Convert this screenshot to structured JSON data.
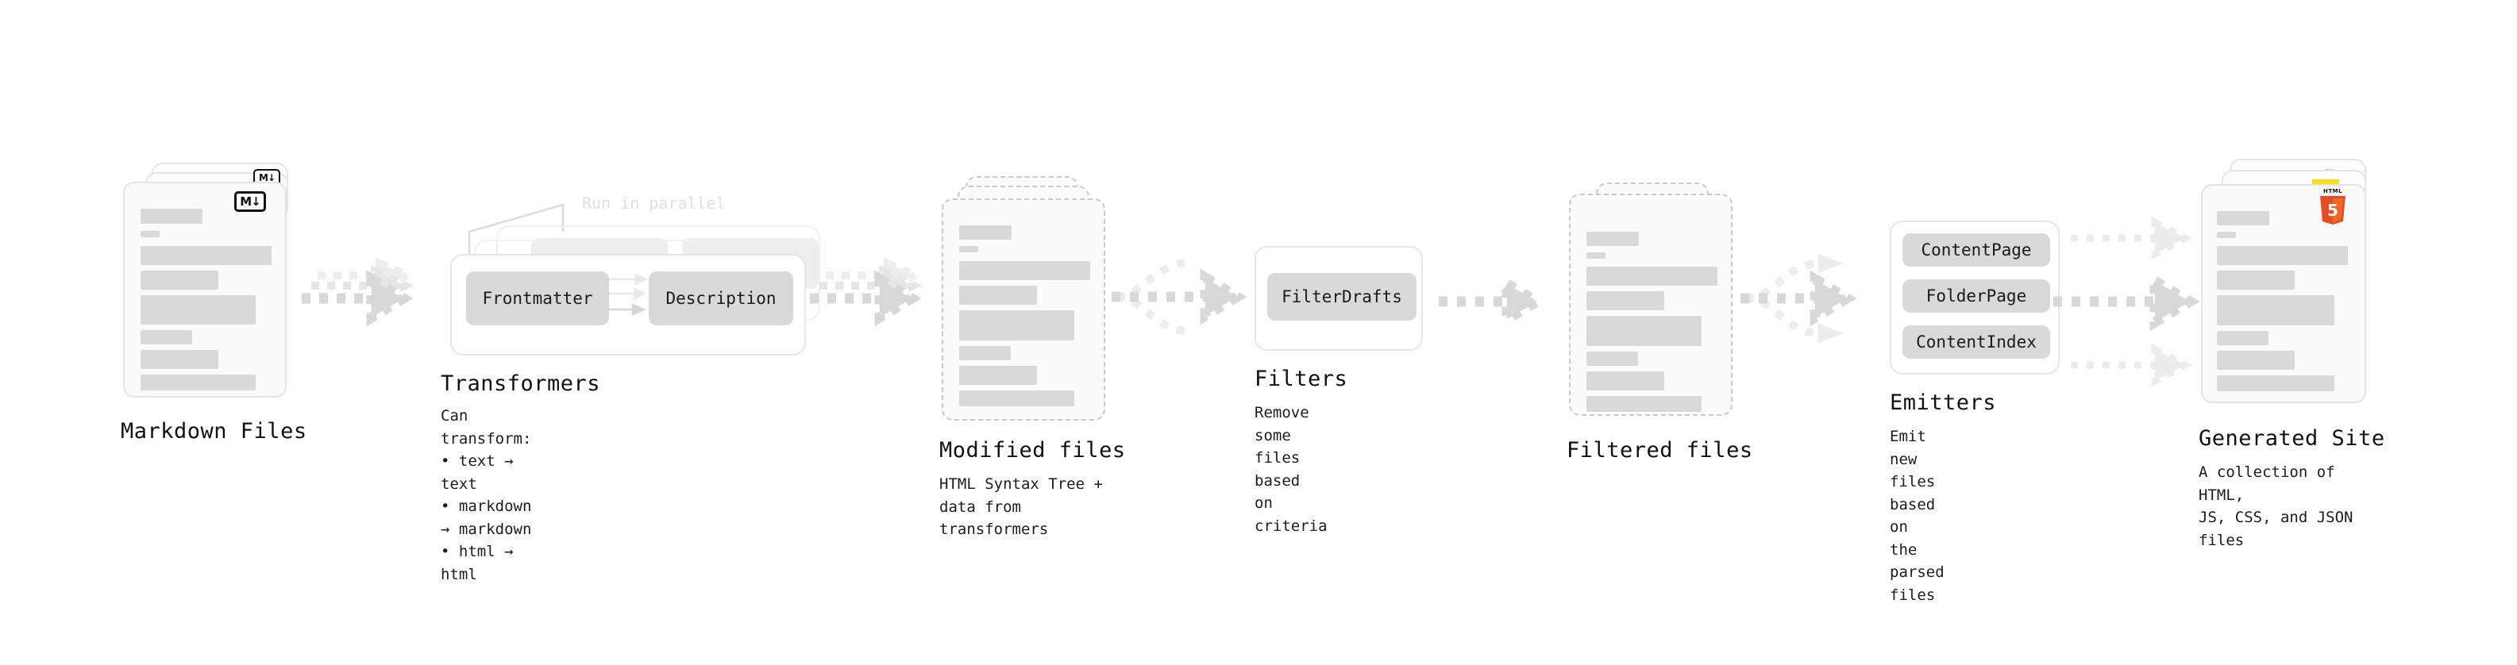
{
  "diagram": {
    "annotation": "Run in parallel"
  },
  "stages": {
    "markdown_files": {
      "title": "Markdown Files",
      "subtitle": "",
      "badge": "markdown-logo",
      "badge_text": "M↓"
    },
    "transformers": {
      "title": "Transformers",
      "subtitle": "Can transform:\n  • text → text\n  • markdown → markdown\n  • html → html",
      "chips": [
        "Frontmatter",
        "Description"
      ]
    },
    "modified_files": {
      "title": "Modified files",
      "subtitle": "HTML Syntax Tree +\ndata from transformers"
    },
    "filters": {
      "title": "Filters",
      "subtitle": "Remove some files based\non criteria",
      "chips": [
        "FilterDrafts"
      ]
    },
    "filtered_files": {
      "title": "Filtered files",
      "subtitle": ""
    },
    "emitters": {
      "title": "Emitters",
      "subtitle": "Emit new files based on\nthe parsed files",
      "chips": [
        "ContentPage",
        "FolderPage",
        "ContentIndex"
      ]
    },
    "generated_site": {
      "title": "Generated Site",
      "subtitle": "A collection of HTML,\nJS, CSS, and JSON files",
      "badges": [
        "html5-logo",
        "js-logo",
        "css-logo"
      ],
      "html5_text": "HTML",
      "html5_number": "5"
    }
  },
  "colors": {
    "card_bg": "#fafafa",
    "card_border": "#e4e4e4",
    "bar": "#d9d9d9",
    "chip": "#d9d9d9",
    "arrow": "#d8d8d8",
    "text": "#111111",
    "faint_text": "#e0e0e0",
    "html5_orange": "#e44d26",
    "html5_orange_light": "#f16529",
    "js_yellow": "#f7df1e",
    "css_blue": "#264de4"
  }
}
